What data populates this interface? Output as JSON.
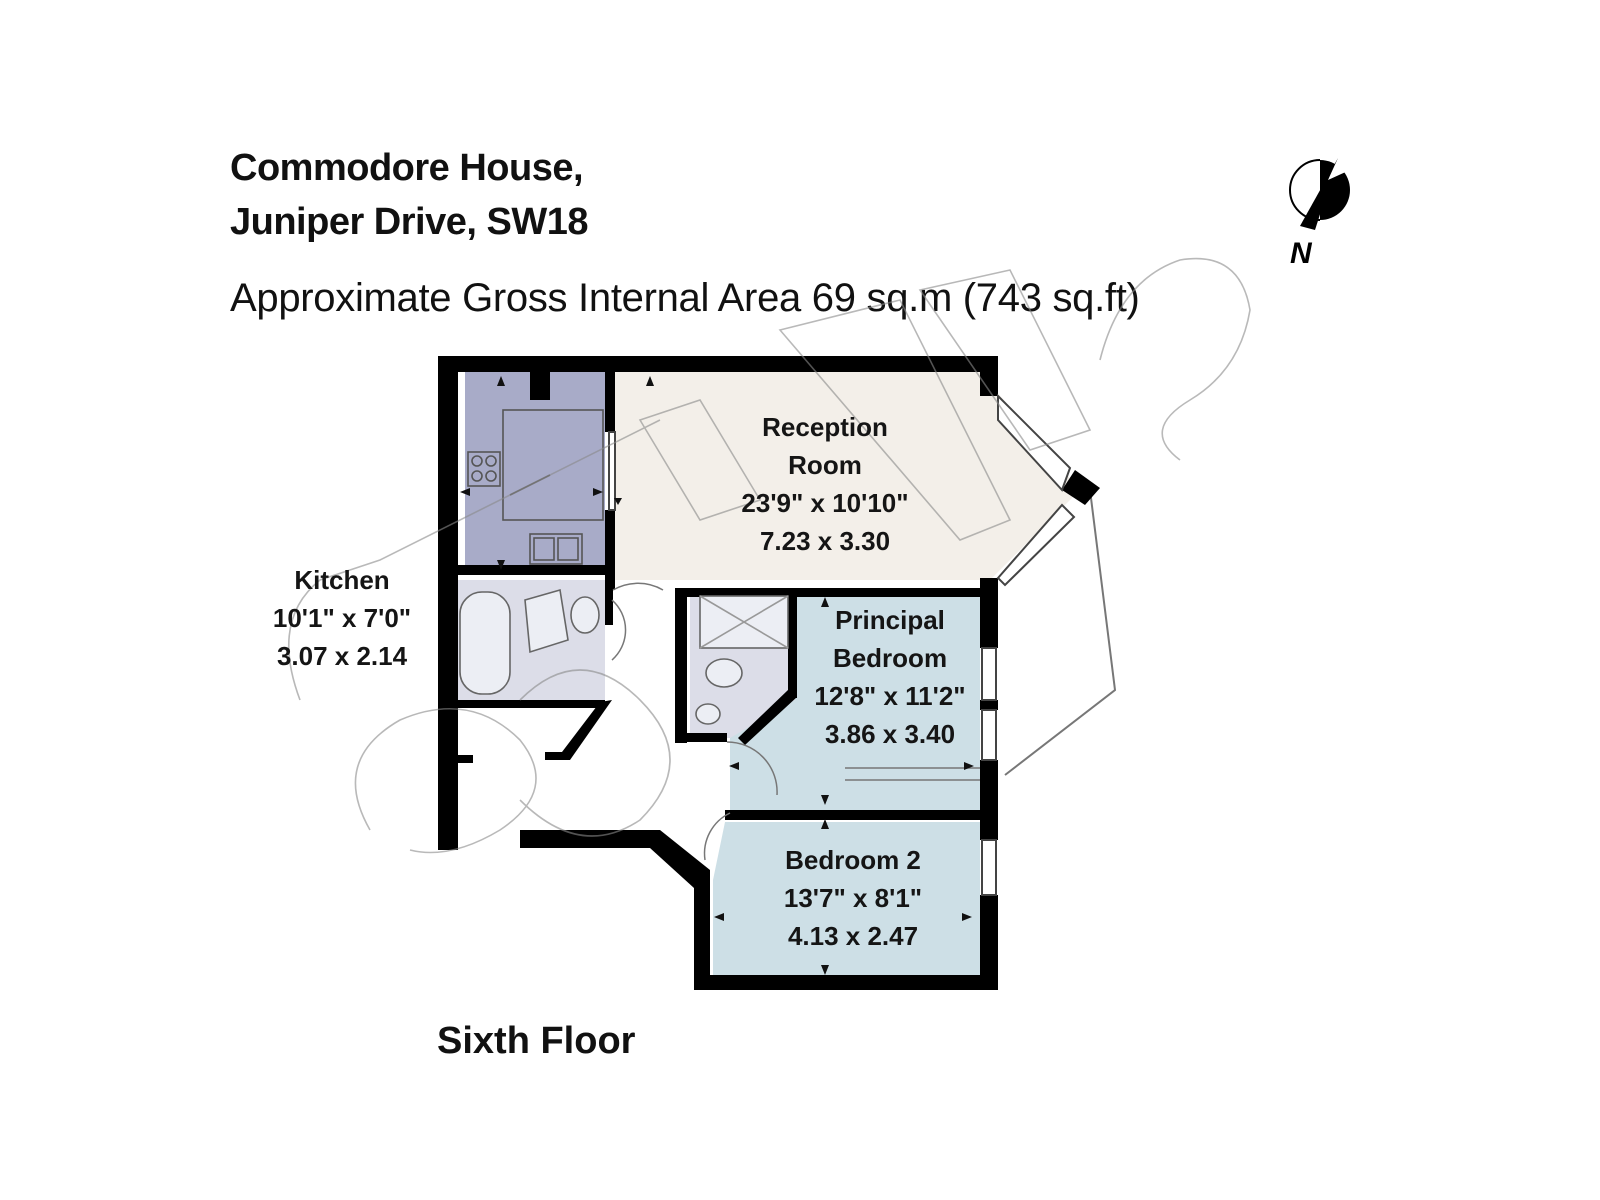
{
  "header": {
    "line1": "Commodore House,",
    "line2": "Juniper Drive, SW18",
    "area": "Approximate Gross Internal Area 69 sq.m (743 sq.ft)"
  },
  "compass": {
    "label": "N"
  },
  "floor": {
    "label": "Sixth Floor"
  },
  "rooms": {
    "reception": {
      "name1": "Reception",
      "name2": "Room",
      "imperial": "23'9\" x 10'10\"",
      "metric": "7.23 x 3.30"
    },
    "kitchen": {
      "name1": "Kitchen",
      "imperial": "10'1\" x 7'0\"",
      "metric": "3.07 x 2.14"
    },
    "principal": {
      "name1": "Principal",
      "name2": "Bedroom",
      "imperial": "12'8\" x 11'2\"",
      "metric": "3.86 x 3.40"
    },
    "bedroom2": {
      "name1": "Bedroom 2",
      "imperial": "13'7\" x 8'1\"",
      "metric": "4.13 x 2.47"
    }
  },
  "colors": {
    "kitchen_fill": "#a8abc8",
    "reception_fill": "#f3efe9",
    "bathroom_fill": "#dcdde8",
    "bedroom_fill": "#cddfe6",
    "wall": "#000000"
  }
}
